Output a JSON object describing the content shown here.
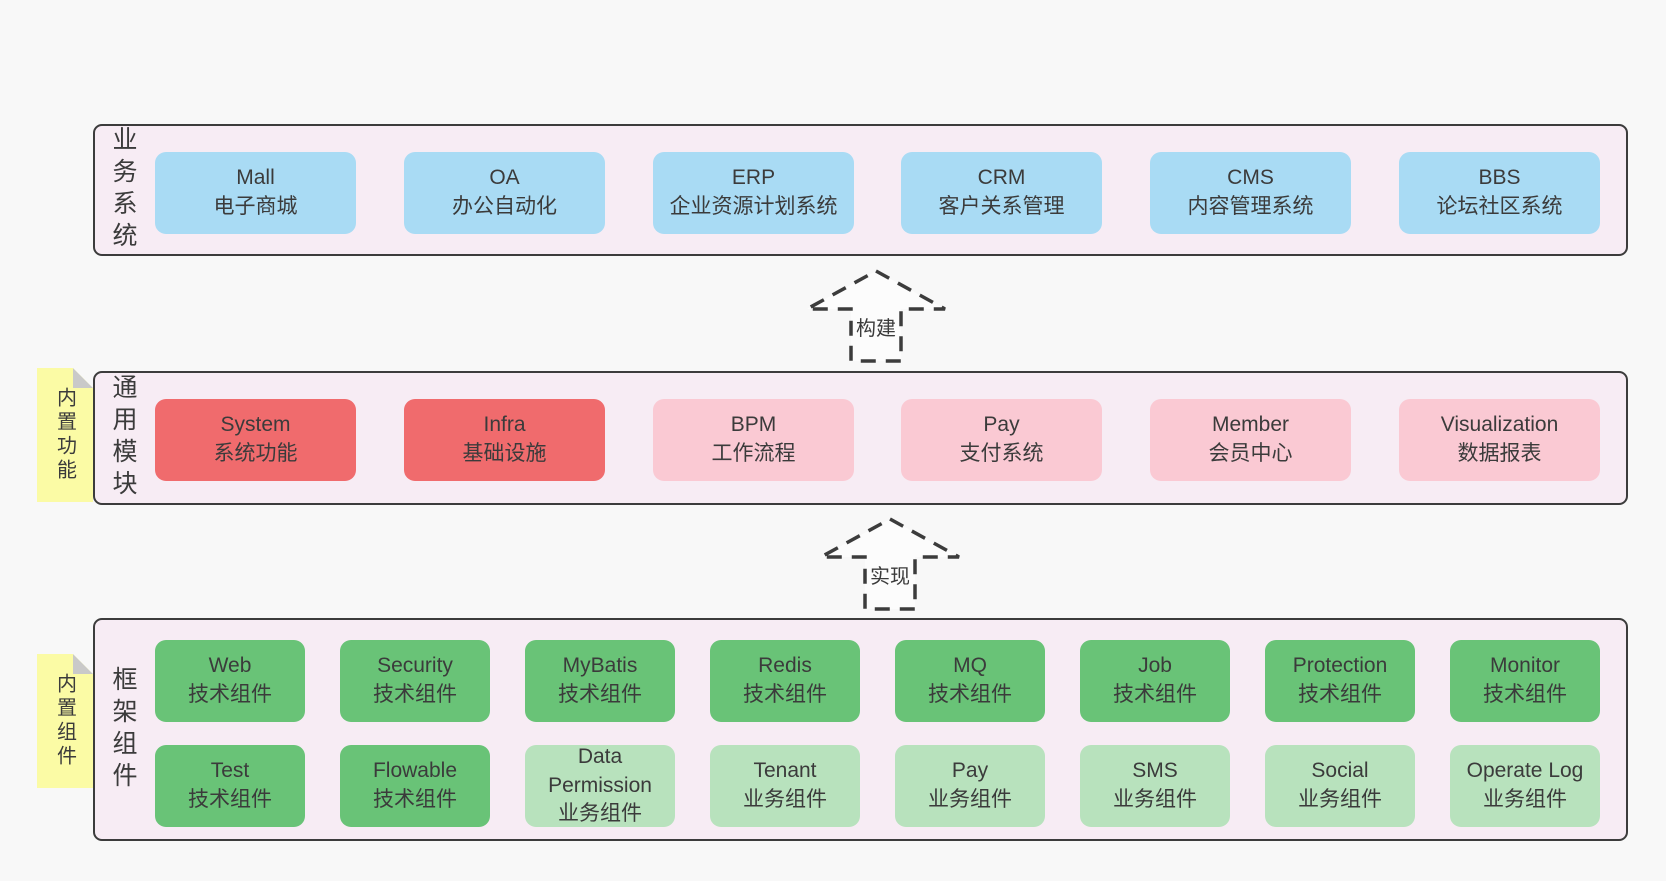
{
  "page": {
    "background": "#f8f8f8"
  },
  "colors": {
    "blue": "#a9dbf4",
    "red": "#f06b6d",
    "pink": "#fac9d3",
    "green": "#69c377",
    "lightgreen": "#b8e2bd",
    "container_fill": "#f7ecf4",
    "container_border": "#3c3c3c",
    "note_fill": "#fbfba5",
    "note_fold": "#c9c9c9",
    "text": "#3b3b3b"
  },
  "arrows": [
    {
      "label": "构建"
    },
    {
      "label": "实现"
    }
  ],
  "layers": [
    {
      "label": "业务系统",
      "boxes": [
        {
          "title": "Mall",
          "subtitle": "电子商城",
          "variant": "blue"
        },
        {
          "title": "OA",
          "subtitle": "办公自动化",
          "variant": "blue"
        },
        {
          "title": "ERP",
          "subtitle": "企业资源计划系统",
          "variant": "blue"
        },
        {
          "title": "CRM",
          "subtitle": "客户关系管理",
          "variant": "blue"
        },
        {
          "title": "CMS",
          "subtitle": "内容管理系统",
          "variant": "blue"
        },
        {
          "title": "BBS",
          "subtitle": "论坛社区系统",
          "variant": "blue"
        }
      ]
    },
    {
      "label": "通用模块",
      "note": "内置功能",
      "boxes": [
        {
          "title": "System",
          "subtitle": "系统功能",
          "variant": "red"
        },
        {
          "title": "Infra",
          "subtitle": "基础设施",
          "variant": "red"
        },
        {
          "title": "BPM",
          "subtitle": "工作流程",
          "variant": "pink"
        },
        {
          "title": "Pay",
          "subtitle": "支付系统",
          "variant": "pink"
        },
        {
          "title": "Member",
          "subtitle": "会员中心",
          "variant": "pink"
        },
        {
          "title": "Visualization",
          "subtitle": "数据报表",
          "variant": "pink"
        }
      ]
    },
    {
      "label": "框架组件",
      "note": "内置组件",
      "rows": [
        [
          {
            "title": "Web",
            "subtitle": "技术组件",
            "variant": "green"
          },
          {
            "title": "Security",
            "subtitle": "技术组件",
            "variant": "green"
          },
          {
            "title": "MyBatis",
            "subtitle": "技术组件",
            "variant": "green"
          },
          {
            "title": "Redis",
            "subtitle": "技术组件",
            "variant": "green"
          },
          {
            "title": "MQ",
            "subtitle": "技术组件",
            "variant": "green"
          },
          {
            "title": "Job",
            "subtitle": "技术组件",
            "variant": "green"
          },
          {
            "title": "Protection",
            "subtitle": "技术组件",
            "variant": "green"
          },
          {
            "title": "Monitor",
            "subtitle": "技术组件",
            "variant": "green"
          }
        ],
        [
          {
            "title": "Test",
            "subtitle": "技术组件",
            "variant": "green"
          },
          {
            "title": "Flowable",
            "subtitle": "技术组件",
            "variant": "green"
          },
          {
            "title": "Data Permission",
            "subtitle": "业务组件",
            "variant": "lightgreen"
          },
          {
            "title": "Tenant",
            "subtitle": "业务组件",
            "variant": "lightgreen"
          },
          {
            "title": "Pay",
            "subtitle": "业务组件",
            "variant": "lightgreen"
          },
          {
            "title": "SMS",
            "subtitle": "业务组件",
            "variant": "lightgreen"
          },
          {
            "title": "Social",
            "subtitle": "业务组件",
            "variant": "lightgreen"
          },
          {
            "title": "Operate Log",
            "subtitle": "业务组件",
            "variant": "lightgreen"
          }
        ]
      ]
    }
  ]
}
